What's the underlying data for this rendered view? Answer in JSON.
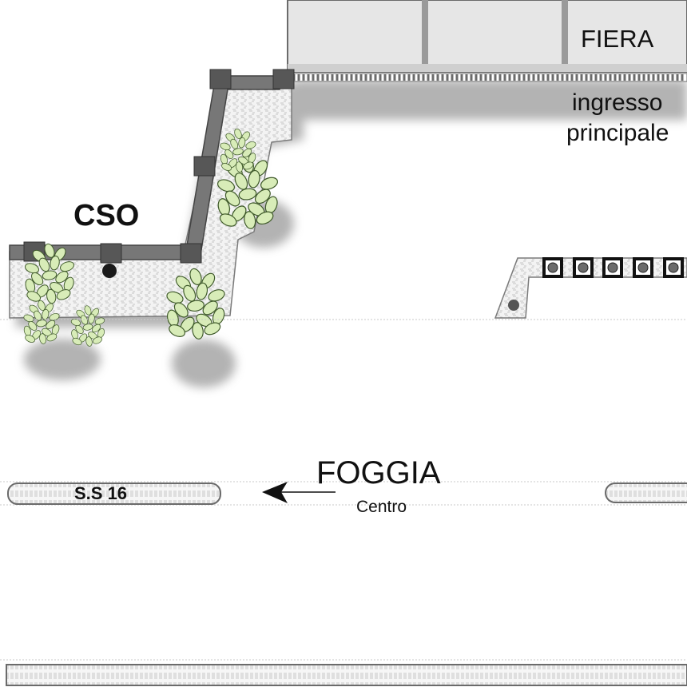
{
  "labels": {
    "fiera": "FIERA",
    "ingresso_line1": "ingresso",
    "ingresso_line2": "principale",
    "cso": "CSO",
    "foggia": "FOGGIA",
    "centro": "Centro",
    "ss16": "S.S 16"
  },
  "icons": {
    "direction_arrow": "arrow-left-icon",
    "tree": "tree-icon"
  },
  "colors": {
    "building_fill": "#e6e6e6",
    "wall": "#6b6b6b",
    "wall_block": "#575757",
    "paving": "#f2f2f2",
    "foliage": "#d8ecb8",
    "foliage_edge": "#3f5a2a",
    "shadow": "#9a9a9a"
  }
}
